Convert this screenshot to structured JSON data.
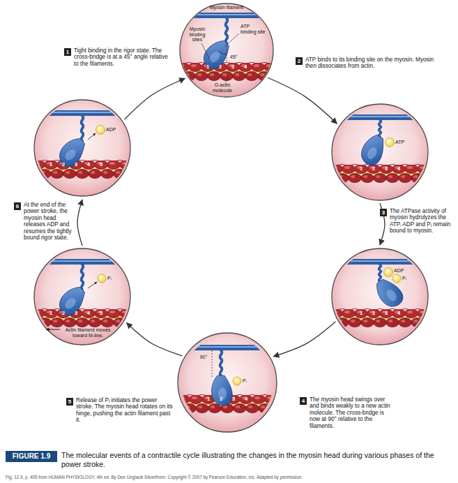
{
  "diagram": {
    "caption": "The molecular events of a contractile cycle illustrating the changes in the myosin head during various phases of the power stroke.",
    "nodes": [
      {
        "text": [
          "Myosin filament",
          "Myosin binding sites",
          "45°",
          "ATP binding site",
          "1",
          "2",
          "3",
          "4",
          "G-actin molecule"
        ]
      },
      {
        "text": [
          "ATP",
          "1",
          "2",
          "3",
          "4"
        ]
      },
      {
        "text": [
          "ADP",
          "Pᵢ",
          "1",
          "2",
          "3",
          "4"
        ]
      },
      {
        "text": [
          "90°",
          "Pᵢ",
          "1",
          "2",
          "3",
          "4"
        ]
      },
      {
        "text": [
          "Pᵢ",
          "1",
          "2",
          "3",
          "4",
          "5",
          "Actin filament moves toward M-line."
        ]
      },
      {
        "text": [
          "ADP",
          "1",
          "2",
          "3",
          "4",
          "5"
        ]
      },
      {
        "text": [
          "1"
        ]
      },
      {
        "text": [
          "2"
        ]
      },
      {
        "text": [
          "3"
        ]
      },
      {
        "text": [
          "4"
        ]
      },
      {
        "text": [
          "5"
        ]
      },
      {
        "text": [
          "6"
        ]
      },
      {
        "text": [
          "FIGURE 1.9"
        ]
      }
    ],
    "edges": [
      {
        "from": 0,
        "to": 1,
        "arrow": "to"
      },
      {
        "from": 1,
        "to": 2,
        "arrow": "to"
      },
      {
        "from": 2,
        "to": 3,
        "arrow": "to"
      },
      {
        "from": 3,
        "to": 4,
        "arrow": "to"
      },
      {
        "from": 4,
        "to": 5,
        "arrow": "to"
      },
      {
        "from": 5,
        "to": 0,
        "arrow": "to"
      }
    ],
    "labels": [
      "Tight binding in the rigor state. The cross-bridge is at a 45° angle relative to the filaments.",
      "ATP binds to its binding site on the myosin. Myosin then dissociates from actin.",
      "The ATPase activity of myosin hydrolyzes the ATP. ADP and Pᵢ remain bound to myosin.",
      "The myosin head swings over and binds weakly to a new actin molecule. The cross-bridge is now at 90° relative to the filaments.",
      "Release of Pᵢ initiates the power stroke. The myosin head rotates on its hinge, pushing the actin filament past it.",
      "At the end of the power stroke, the myosin head releases ADP and resumes the tightly bound rigor state.",
      "Fig. 12.9, p. 405 from HUMAN PHYSIOLOGY, 4th ed. By Dee Unglaub Silverthorn. Copyright © 2007 by Pearson Education, Inc. Adapted by permission."
    ]
  }
}
